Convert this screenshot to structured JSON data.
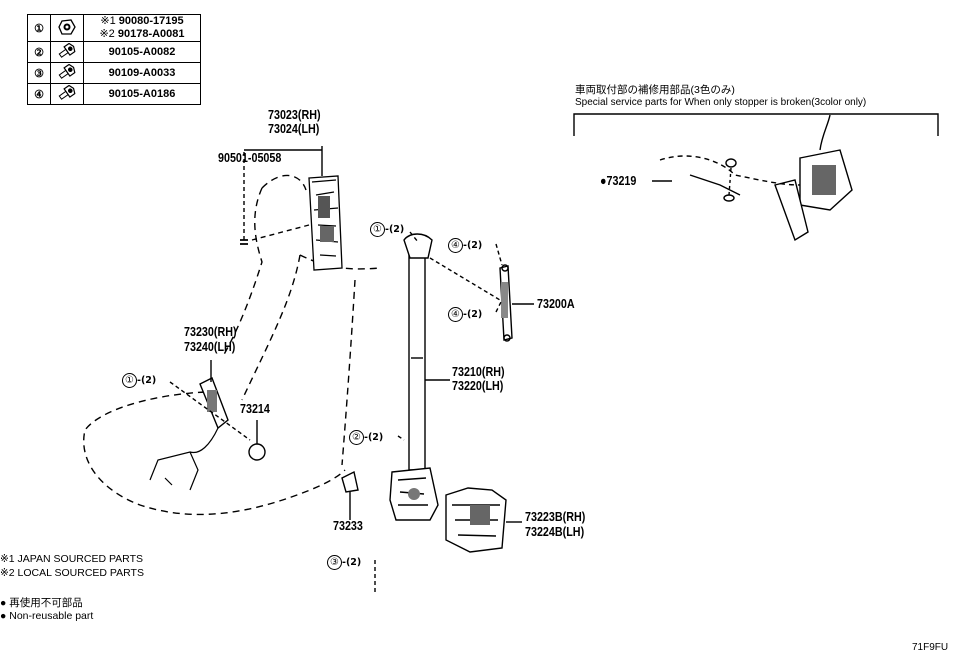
{
  "legend": [
    {
      "num": "①",
      "lines": [
        {
          "mark": "※1",
          "part": "90080-17195"
        },
        {
          "mark": "※2",
          "part": "90178-A0081"
        }
      ],
      "icon": "nut-icon"
    },
    {
      "num": "②",
      "lines": [
        {
          "mark": "",
          "part": "90105-A0082"
        }
      ],
      "icon": "bolt-icon"
    },
    {
      "num": "③",
      "lines": [
        {
          "mark": "",
          "part": "90109-A0033"
        }
      ],
      "icon": "bolt-icon"
    },
    {
      "num": "④",
      "lines": [
        {
          "mark": "",
          "part": "90105-A0186"
        }
      ],
      "icon": "bolt-icon"
    }
  ],
  "service_note": {
    "japanese": "車両取付部の補修用部品(3色のみ)",
    "english": "Special service parts for When only stopper is broken(3color only)"
  },
  "labels": {
    "p73023": "73023(RH)",
    "p73024": "73024(LH)",
    "p90501": "90501-05058",
    "p73230": "73230(RH)",
    "p73240": "73240(LH)",
    "p73214": "73214",
    "p73233": "73233",
    "p73210": "73210(RH)",
    "p73220": "73220(LH)",
    "p73200A": "73200A",
    "p73223B": "73223B(RH)",
    "p73224B": "73224B(LH)",
    "p73219": "●73219"
  },
  "callouts": {
    "c1_top": {
      "num": "①",
      "qty": "(2)"
    },
    "c4_upper": {
      "num": "④",
      "qty": "(2)"
    },
    "c4_lower": {
      "num": "④",
      "qty": "(2)"
    },
    "c1_left": {
      "num": "①",
      "qty": "(2)"
    },
    "c2": {
      "num": "②",
      "qty": "(2)"
    },
    "c3": {
      "num": "③",
      "qty": "(2)"
    }
  },
  "footnotes": {
    "n1": "※1 JAPAN SOURCED PARTS",
    "n2": "※2 LOCAL SOURCED PARTS",
    "nr_jp": "● 再使用不可部品",
    "nr_en": "● Non-reusable part"
  },
  "figure_code": "71F9FU"
}
